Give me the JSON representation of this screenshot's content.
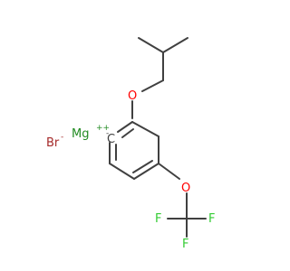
{
  "molecule": {
    "atoms": {
      "mg": "Mg",
      "mg_charge": "++",
      "br": "Br",
      "br_charge": "-",
      "c_anion": "C",
      "c_anion_charge": "-",
      "o_ether_top": "O",
      "o_ether_bottom": "O",
      "f_left": "F",
      "f_right": "F",
      "f_bottom": "F"
    },
    "colors": {
      "bond": "#404040",
      "carbon": "#404040",
      "oxygen": "#ff0000",
      "fluorine": "#33cc33",
      "magnesium": "#228b22",
      "bromine": "#a52a2a"
    }
  }
}
